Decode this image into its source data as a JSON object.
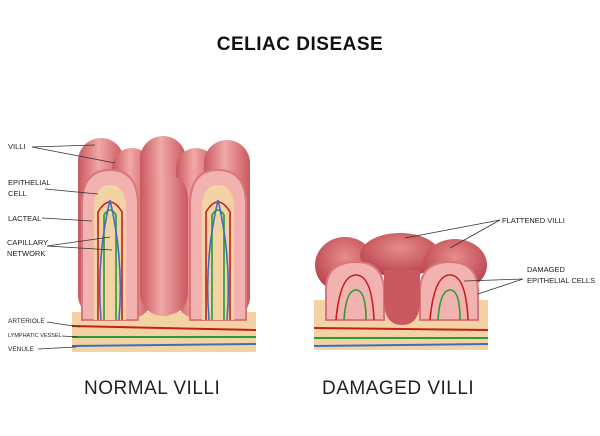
{
  "title": "CELIAC DISEASE",
  "normal": {
    "caption": "NORMAL VILLI",
    "labels": {
      "villi": "VILLI",
      "epithelial_cell": [
        "EPITHELIAL",
        "CELL"
      ],
      "lacteal": "LACTEAL",
      "capillary_network": [
        "CAPILLARY",
        "NETWORK"
      ],
      "arteriole": "ARTERIOLE",
      "lymphatic_vessel": "LYMPHATIC VESSEL",
      "venule": "VENULE"
    }
  },
  "damaged": {
    "caption": "DAMAGED VILLI",
    "labels": {
      "flattened_villi": "FLATTENED VILLI",
      "damaged_epithelial_cells": [
        "DAMAGED",
        "EPITHELIAL CELLS"
      ]
    }
  },
  "colors": {
    "tissue": "#d9767c",
    "tissue_light": "#f2b3b0",
    "core": "#f3d3a3",
    "artery": "#c81e1e",
    "lymph": "#2a9a3a",
    "vein": "#3a6fc0"
  }
}
